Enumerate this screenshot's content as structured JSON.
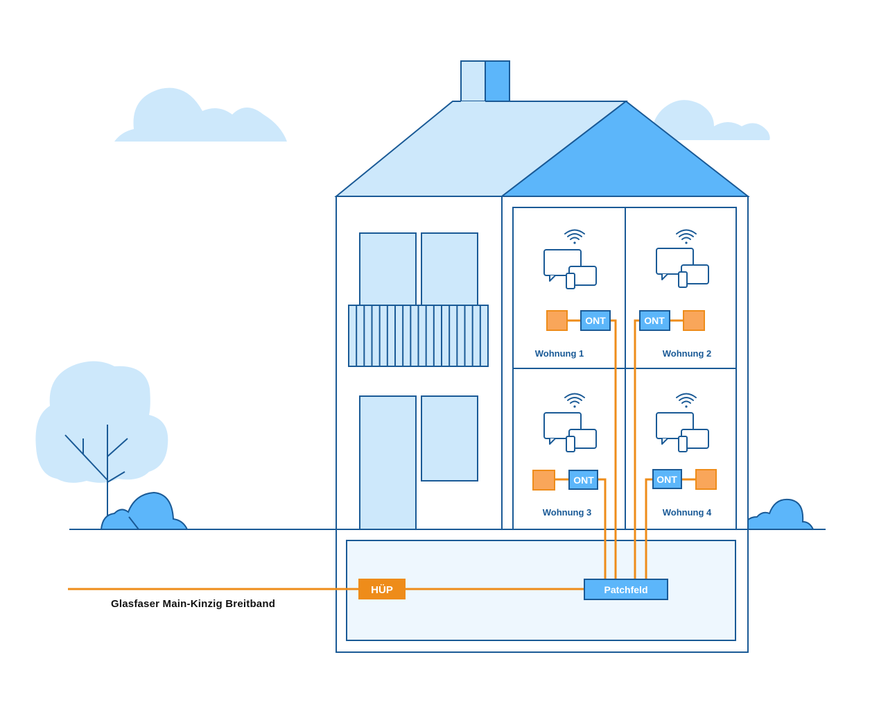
{
  "colors": {
    "outline": "#1a5a96",
    "light_fill": "#cde8fb",
    "mid_fill": "#5cb6fa",
    "fiber": "#ee8c1a",
    "box_orange": "#f9a65a",
    "basement_fill": "#eef7fe",
    "apartment_label": "#1a5a96",
    "caption_text": "#111111"
  },
  "icons": {
    "devices": "monitor-tablet-phone-icon",
    "wifi": "wifi-icon",
    "tree": "tree-icon",
    "bush": "bush-icon",
    "cloud": "cloud-icon"
  },
  "diagram": {
    "caption": "Glasfaser Main-Kinzig Breitband",
    "hup_label": "HÜP",
    "patch_label": "Patchfeld",
    "apartments": [
      {
        "name": "Wohnung 1",
        "ont_label": "ONT"
      },
      {
        "name": "Wohnung 2",
        "ont_label": "ONT"
      },
      {
        "name": "Wohnung 3",
        "ont_label": "ONT"
      },
      {
        "name": "Wohnung 4",
        "ont_label": "ONT"
      }
    ]
  }
}
